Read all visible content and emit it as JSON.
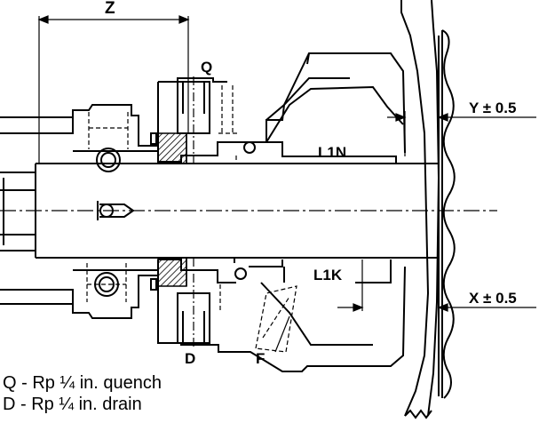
{
  "labels": {
    "z": "Z",
    "q": "Q",
    "y_tol": "Y ± 0.5",
    "x_tol": "X ± 0.5",
    "l1n": "L1N",
    "l1k": "L1K",
    "d": "D",
    "f": "F"
  },
  "legend": [
    "Q - Rp ¼ in. quench",
    "D - Rp ¼ in. drain"
  ]
}
